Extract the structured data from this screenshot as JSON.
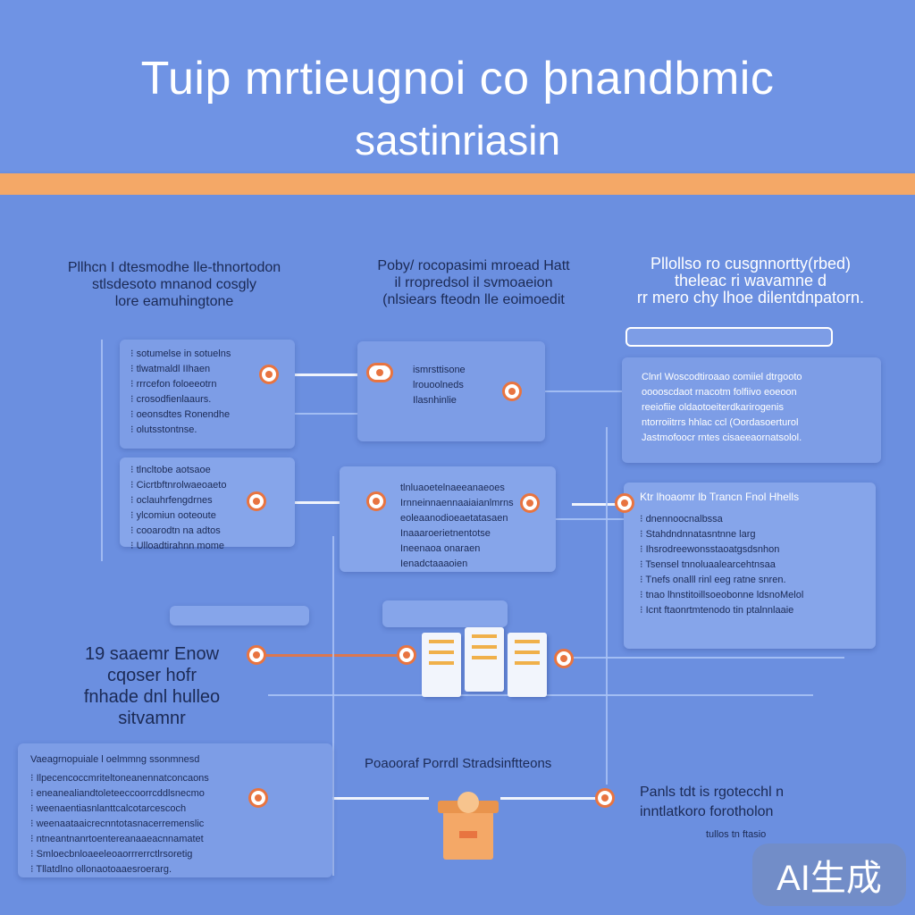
{
  "title": {
    "line1": "Tuip mrtieugnoi co þnandbmic",
    "line2": "sastinriasin"
  },
  "columns": [
    {
      "heading": [
        "Pllhcn I dtesmodhe lle-thnortodon",
        "stlsdesoto mnanod cosgly",
        "lore eamuhingtone"
      ]
    },
    {
      "heading": [
        "Poby/ rocopasimi mroead Hatt",
        "il rropredsol il svmoaeion",
        "(nlsiears fteodn lle eoimoedit"
      ]
    },
    {
      "heading": [
        "Pllollso ro cusgnnortty(rbed)",
        "theleac ri wavamne d",
        "rr mero chy lhoe dilentdnpatorn."
      ]
    }
  ],
  "panels": {
    "left_top": [
      "sotumelse in sotuelns",
      "tlwatmaldl IIhaen",
      "rrrcefon foloeeotrn",
      "crosodfienlaaurs.",
      "oeonsdtes Ronendhe",
      "olutsstontnse."
    ],
    "left_mid": [
      "tlncltobe aotsaoe",
      "Cicrtbftnrolwaeoaeto",
      "oclauhrfengdrnes",
      "ylcomiun ooteoute",
      "cooarodtn na adtos",
      "Ulloadtirahnn mome"
    ],
    "center_top": [
      "ismrsttisone",
      "lrouoolneds",
      "Ilasnhinlie"
    ],
    "center_mid": [
      "tlnluaoetelnaeeanaeoes",
      "Irnneinnaennaaiaianlmrns",
      "eoleaanodioeaetatasaen",
      "Inaaaroerietnentotse",
      "Ineenaoa onaraen",
      "Ienadctaaaoien"
    ],
    "right_top": [
      "Clnrl Woscodtiroaao comiiel dtrgooto",
      "ooooscdaot rnacotm folfiivo eoeoon",
      "reeiofiie oldaotoeiterdkarirogenis",
      "ntorroiitrrs hhlac ccl (Oordasoerturol",
      "Jastmofoocr rntes cisaeeaornatsolol."
    ],
    "right_mid_title": "Ktr lhoaomr lb Trancn Fnol Hhells",
    "right_mid": [
      "dnennoocnalbssa",
      "Stahdndnnatasntnne larg",
      "Ihsrodreewonsstaoatgsdsnhon",
      "Tsensel tnnoluaalearcehtnsaa",
      "Tnefs onalll rinl eeg ratne snren.",
      "tnao lhnstitoillsoeobonne ldsnoMelol",
      "Icnt ftaonrtmtenodo tin ptalnnlaaie"
    ],
    "bottom_left_title": "Vaeagrnopuiale l oelmmng ssonmnesd",
    "bottom_left": [
      "Ilpecencoccmriteltoneanennatconcaons",
      "eneanealiandtoleteeccoorrcddlsnecmo",
      "weenaentiasnlanttcalcotarcescoch",
      "weenaataaicrecnntotasnacerremenslic",
      "ntneantnanrtoentereanaaeacnnamatet",
      "Smloecbnloaeeleoaorrrerrctlrsoretig",
      "Tllatdlno ollonaotoaaesroerarg."
    ]
  },
  "side_label": [
    "19 saaemr Enow",
    "cqoser hofr",
    "fnhade dnl hulleo",
    "sitvamnr"
  ],
  "bottom_center_title": "Poaooraf Porrdl Stradsinftteons",
  "bottom_right_text": [
    "Panls tdt is rgotecchl n",
    "inntlatkoro forotholon"
  ],
  "bottom_right_small": "tullos tn ftasio",
  "badge": "AI生成",
  "colors": {
    "background": "#6b8fe0",
    "accent": "#f4a867",
    "node": "#e87440",
    "text_dark": "#1b2a55"
  }
}
